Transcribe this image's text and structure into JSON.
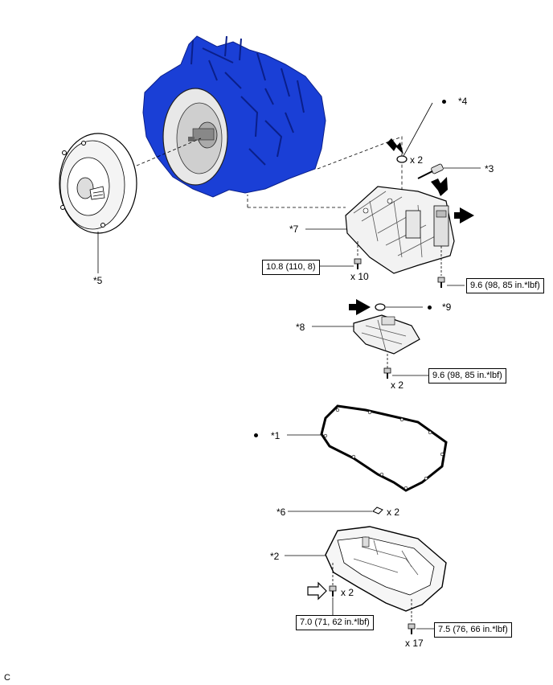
{
  "callouts": {
    "c1": "*1",
    "c2": "*2",
    "c3": "*3",
    "c4": "*4",
    "c5": "*5",
    "c6": "*6",
    "c7": "*7",
    "c8": "*8",
    "c9": "*9"
  },
  "quantities": {
    "q_plug": "x 2",
    "q_valve_bolts": "x 10",
    "q_strainer_bolts": "x 2",
    "q_magnets": "x 2",
    "q_drain": "x 2",
    "q_pan_bolts": "x 17"
  },
  "torques": {
    "t_valve_body": "10.8 (110, 8)",
    "t_solenoid": "9.6 (98, 85 in.*lbf)",
    "t_strainer": "9.6 (98, 85 in.*lbf)",
    "t_drain": "7.0 (71, 62 in.*lbf)",
    "t_pan": "7.5 (76, 66 in.*lbf)"
  },
  "corner_code": "C",
  "colors": {
    "transaxle_blue": "#1a3fd6",
    "transaxle_dark": "#0a1f8a",
    "line": "#000000"
  },
  "icons": {
    "new_part_marker": "filled-dot",
    "apply_fluid_arrow": "solid-arrow",
    "drain_arrow": "hollow-arrow"
  }
}
